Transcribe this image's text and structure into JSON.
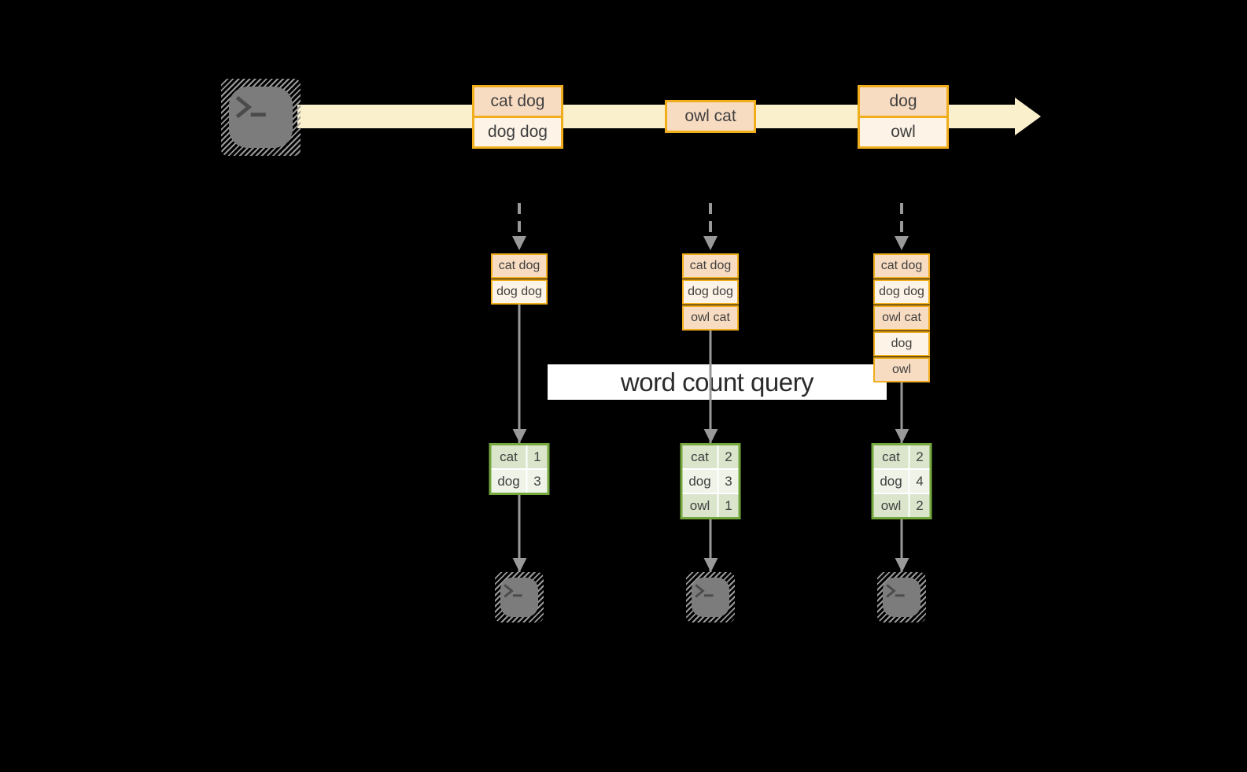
{
  "banner": {
    "label": "word count query"
  },
  "stream": {
    "events": [
      {
        "lines": [
          "cat dog",
          "dog dog"
        ]
      },
      {
        "lines": [
          "owl cat"
        ]
      },
      {
        "lines": [
          "dog",
          "owl"
        ]
      }
    ]
  },
  "columns": [
    {
      "received": [
        "cat dog",
        "dog dog"
      ],
      "counts": [
        {
          "word": "cat",
          "count": "1"
        },
        {
          "word": "dog",
          "count": "3"
        }
      ]
    },
    {
      "received": [
        "cat dog",
        "dog dog",
        "owl cat"
      ],
      "counts": [
        {
          "word": "cat",
          "count": "2"
        },
        {
          "word": "dog",
          "count": "3"
        },
        {
          "word": "owl",
          "count": "1"
        }
      ]
    },
    {
      "received": [
        "cat dog",
        "dog dog",
        "owl cat",
        "dog",
        "owl"
      ],
      "counts": [
        {
          "word": "cat",
          "count": "2"
        },
        {
          "word": "dog",
          "count": "4"
        },
        {
          "word": "owl",
          "count": "2"
        }
      ]
    }
  ],
  "icons": {
    "source": "terminal-icon",
    "sink": "terminal-icon",
    "stream": "right-arrow-band",
    "flow": "down-arrow"
  },
  "colors": {
    "background": "#000000",
    "stream_band": "#faf0cc",
    "box_border": "#f0ad1c",
    "box_fill_dark": "#f8dcc2",
    "box_fill_light": "#fdf3e6",
    "table_border": "#74a83e",
    "cell_fill_dark": "#dae5cb",
    "cell_fill_light": "#eff3e8",
    "arrow_gray": "#999999",
    "terminal_gray": "#7c7c7c",
    "terminal_glyph": "#4b4b4b",
    "text_dark": "#3f3f3f",
    "banner_bg": "#ffffff",
    "banner_text": "#2b2b2b"
  }
}
